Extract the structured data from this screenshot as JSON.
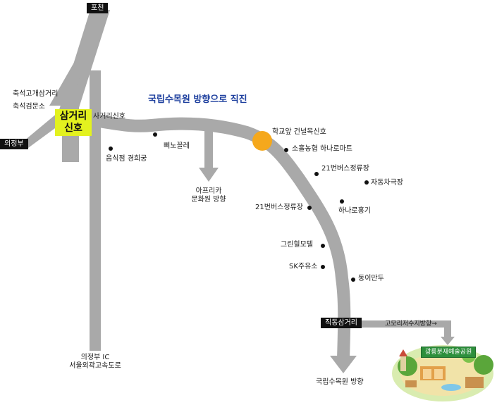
{
  "roads": {
    "pocheon": "포천",
    "uijeongbu_left": "의정부",
    "jikdong": "직동삼거리",
    "uijeongbu_ic_line1": "의정부 IC",
    "uijeongbu_ic_line2": "서울외곽고속도로"
  },
  "junctions": {
    "samgeori_line1": "삼거리",
    "samgeori_line2": "신호",
    "sageori": "사거리신호",
    "school_signal": "학교앞 건널목신호"
  },
  "labels": {
    "chukseok_gogae": "축석고개삼거리",
    "chukseok_checkpoint": "축석검문소",
    "straight_direction": "국립수목원 방향으로 직진",
    "africa_line1": "아프리카",
    "africa_line2": "문화원 방향",
    "arboretum_bottom": "국립수목원 방향",
    "gomori": "고모리저수지방향→",
    "park": "광릉분재예술공원"
  },
  "pois": [
    {
      "name": "음식점 경희궁"
    },
    {
      "name": "삐노꼴레"
    },
    {
      "name": "소흘농협 하나로마트"
    },
    {
      "name": "21번버스정류장"
    },
    {
      "name": "자동차극장"
    },
    {
      "name": "21번버스정류장"
    },
    {
      "name": "하나로홍기"
    },
    {
      "name": "그린힐모텔"
    },
    {
      "name": "SK주유소"
    },
    {
      "name": "동이만두"
    }
  ],
  "colors": {
    "road": "#a9a9a9",
    "signal": "#f5a81c",
    "highlight": "#e3f21f",
    "direction_text": "#1d3f9e",
    "park_tag": "#2d8f3c"
  }
}
